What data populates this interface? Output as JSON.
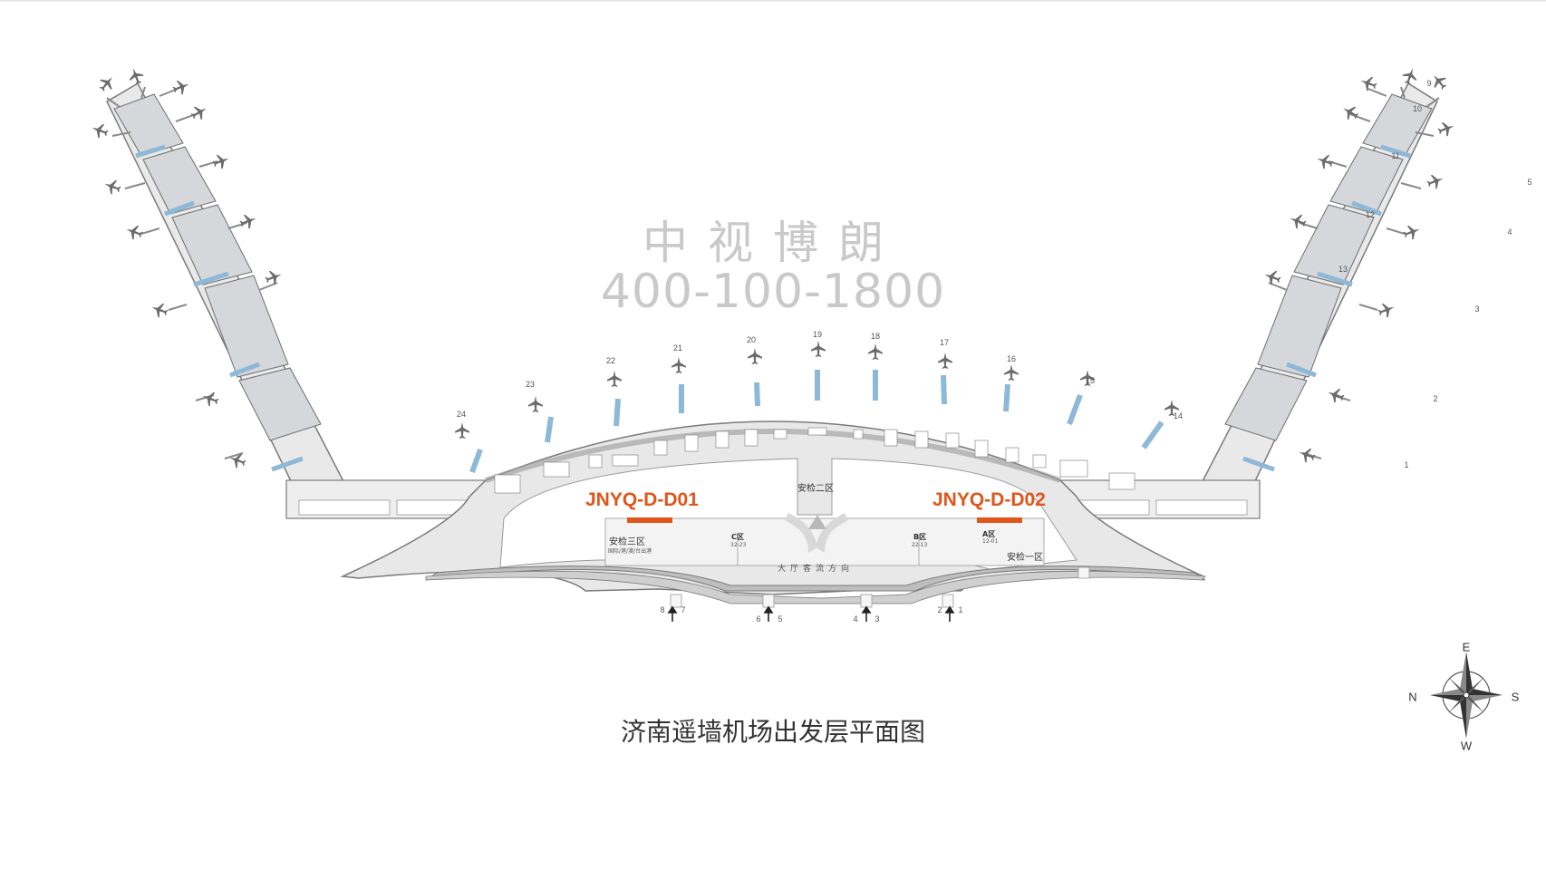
{
  "watermark": {
    "name": "中视博朗",
    "phone": "400-100-1800"
  },
  "caption": "济南遥墙机场出发层平面图",
  "ad_positions": [
    {
      "code": "JNYQ-D-D01"
    },
    {
      "code": "JNYQ-D-D02"
    }
  ],
  "zones": {
    "security_1": "安检一区",
    "security_2": "安检二区",
    "security_3": "安检三区",
    "security_3_sub": "国际/港/澳/台出港",
    "area_a": "A区",
    "area_a_range": "12-01",
    "area_b": "B区",
    "area_b_range": "22-13",
    "area_c": "C区",
    "area_c_range": "32-23",
    "flow": "大厅客流方向"
  },
  "gates_arc": [
    "24",
    "23",
    "22",
    "21",
    "20",
    "19",
    "18",
    "17",
    "16",
    "15",
    "14"
  ],
  "gates_right_pier": [
    "9",
    "10",
    "11",
    "12",
    "13",
    "1",
    "2",
    "3",
    "4",
    "5"
  ],
  "entrances": [
    "8",
    "7",
    "6",
    "5",
    "4",
    "3",
    "2",
    "1"
  ],
  "compass": {
    "north": "N",
    "south": "S",
    "east": "E",
    "west": "W"
  },
  "colors": {
    "ad_highlight": "#e0561a",
    "terminal_fill": "#e8e8e8",
    "module_fill": "#d5d7da",
    "bridge_blue": "#8db8d8",
    "watermark": "#c9c9c9"
  }
}
